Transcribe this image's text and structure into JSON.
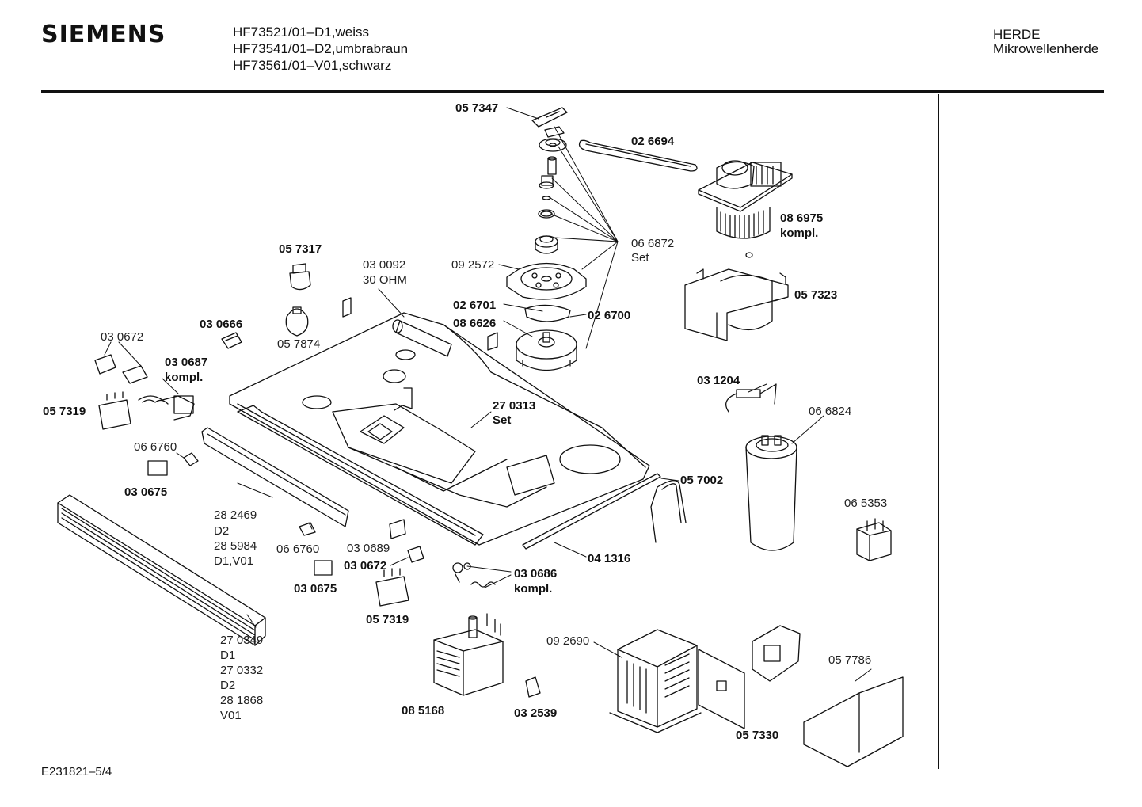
{
  "header": {
    "brand": "SIEMENS",
    "models": [
      "HF73521/01–D1,weiss",
      "HF73541/01–D2,umbrabraun",
      "HF73561/01–V01,schwarz"
    ],
    "category": "HERDE",
    "subcategory": "Mikrowellenherde"
  },
  "footer": {
    "doc_id": "E231821–5/4"
  },
  "labels": {
    "l057347": "05 7347",
    "l026694": "02 6694",
    "l086975": "08 6975",
    "l086975k": "kompl.",
    "l066872": "06 6872",
    "l066872s": "Set",
    "l057317": "05 7317",
    "l030092": "03 0092",
    "l030092o": "30 OHM",
    "l092572": "09 2572",
    "l057323": "05 7323",
    "l026701": "02 6701",
    "l026700": "02 6700",
    "l086626": "08 6626",
    "l030666": "03 0666",
    "l057874": "05 7874",
    "l030672a": "03 0672",
    "l030687": "03 0687",
    "l030687k": "kompl.",
    "l057319a": "05 7319",
    "l031204": "03 1204",
    "l066824": "06 6824",
    "l270313": "27 0313",
    "l270313s": "Set",
    "l066760a": "06 6760",
    "l030675a": "03 0675",
    "l057002": "05 7002",
    "l065353": "06 5353",
    "l282469": "28 2469",
    "l282469d": "D2",
    "l285984": "28 5984",
    "l285984d": "D1,V01",
    "l066760b": "06 6760",
    "l030689": "03 0689",
    "l030672b": "03 0672",
    "l030675b": "03 0675",
    "l041316": "04 1316",
    "l030686": "03 0686",
    "l030686k": "kompl.",
    "l057319b": "05 7319",
    "l270349": "27 0349",
    "l270349d": "D1",
    "l270332": "27 0332",
    "l270332d": "D2",
    "l281868": "28 1868",
    "l281868d": "V01",
    "l092690": "09 2690",
    "l057786": "05 7786",
    "l085168": "08 5168",
    "l032539": "03 2539",
    "l057330": "05 7330"
  }
}
